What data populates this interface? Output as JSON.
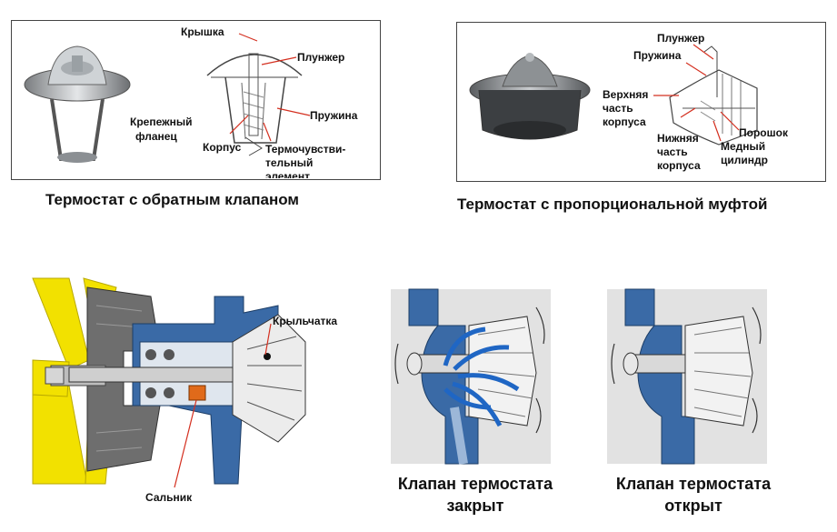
{
  "panel_a": {
    "labels": {
      "cap": "Крышка",
      "plunger": "Плунжер",
      "flange_1": "Крепежный",
      "flange_2": "фланец",
      "spring": "Пружина",
      "body": "Корпус",
      "sensor_1": "Термочувстви-",
      "sensor_2": "тельный",
      "sensor_3": "элемент"
    },
    "caption": "Термостат с обратным клапаном"
  },
  "panel_b": {
    "labels": {
      "plunger": "Плунжер",
      "spring": "Пружина",
      "upper_1": "Верхняя",
      "upper_2": "часть",
      "upper_3": "корпуса",
      "lower_1": "Нижняя",
      "lower_2": "часть",
      "lower_3": "корпуса",
      "powder": "Порошок",
      "copper_1": "Медный",
      "copper_2": "цилиндр"
    },
    "caption": "Термостат с пропорциональной муфтой"
  },
  "pump": {
    "labels": {
      "impeller": "Крыльчатка",
      "seal": "Сальник"
    }
  },
  "valve_closed": {
    "caption_1": "Клапан термостата",
    "caption_2": "закрыт"
  },
  "valve_open": {
    "caption_1": "Клапан термостата",
    "caption_2": "открыт"
  },
  "colors": {
    "fan": "#f2e100",
    "housing": "#3a6aa6",
    "arrow": "#1f66c4",
    "leader": "#d43020"
  }
}
